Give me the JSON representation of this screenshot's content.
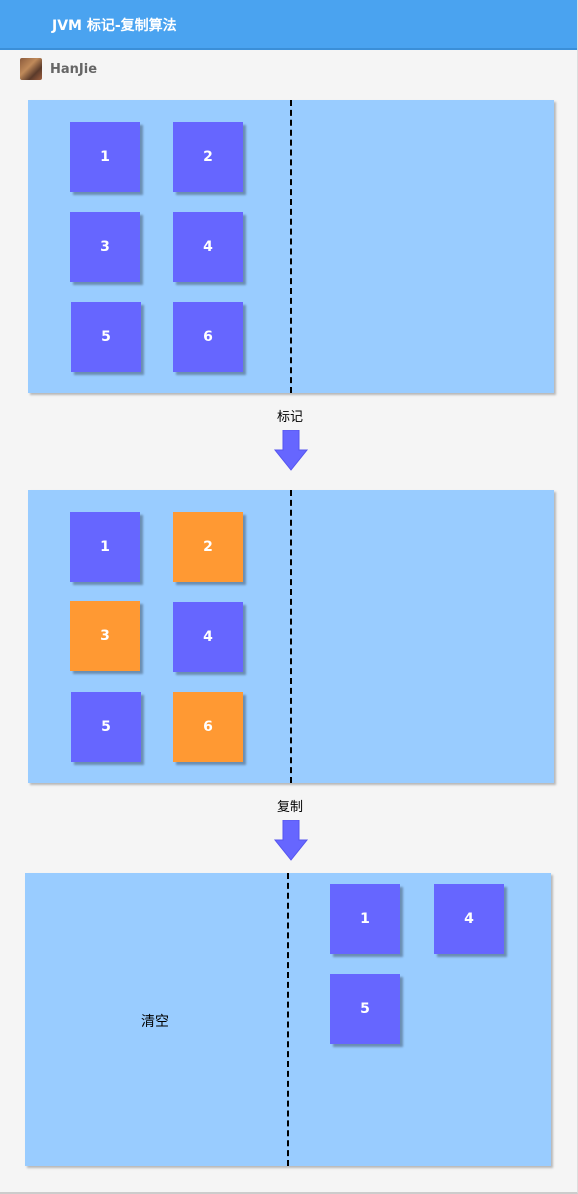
{
  "header": {
    "title": "JVM 标记-复制算法"
  },
  "author": {
    "name": "HanJie"
  },
  "colors": {
    "live": "#6666ff",
    "marked": "#ff9933",
    "panel": "#99ccff",
    "arrow": "#6666ff",
    "header": "#4aa3f0"
  },
  "stages": [
    {
      "blocks": [
        {
          "label": "1",
          "marked": false
        },
        {
          "label": "2",
          "marked": false
        },
        {
          "label": "3",
          "marked": false
        },
        {
          "label": "4",
          "marked": false
        },
        {
          "label": "5",
          "marked": false
        },
        {
          "label": "6",
          "marked": false
        }
      ]
    },
    {
      "blocks": [
        {
          "label": "1",
          "marked": false
        },
        {
          "label": "2",
          "marked": true
        },
        {
          "label": "3",
          "marked": true
        },
        {
          "label": "4",
          "marked": false
        },
        {
          "label": "5",
          "marked": false
        },
        {
          "label": "6",
          "marked": true
        }
      ]
    },
    {
      "left_label": "清空",
      "blocks": [
        {
          "label": "1"
        },
        {
          "label": "4"
        },
        {
          "label": "5"
        }
      ]
    }
  ],
  "steps": [
    {
      "label": "标记"
    },
    {
      "label": "复制"
    }
  ]
}
